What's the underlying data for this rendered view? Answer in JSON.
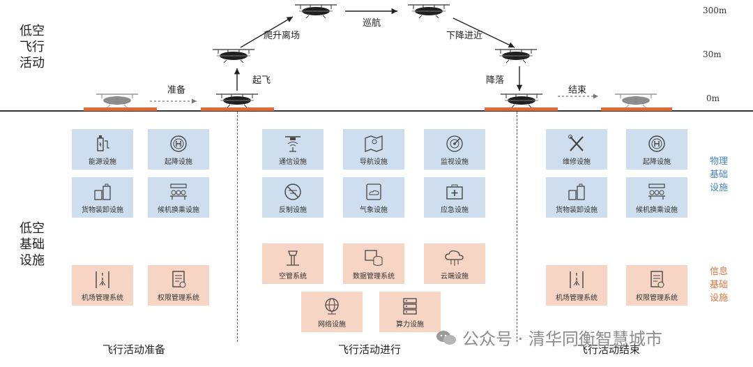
{
  "left_titles": {
    "flight": "低空\n飞行\n活动",
    "infra": "低空\n基础\n设施"
  },
  "altitudes": [
    "300m",
    "30m",
    "0m"
  ],
  "steps": {
    "prepare": "准备",
    "takeoff": "起飞",
    "climb": "爬升离场",
    "cruise": "巡航",
    "descent": "下降进近",
    "landing": "降落",
    "end": "结束"
  },
  "side_labels": {
    "physical": "物理\n基础\n设施",
    "info": "信息\n基础\n设施"
  },
  "colors": {
    "physical": "#cfdeef",
    "info": "#f6d5c5",
    "pad": "#e06b3a",
    "physical_text": "#4a84c8",
    "info_text": "#e0743e"
  },
  "prep": {
    "physical": [
      {
        "label": "能源设施",
        "icon": "charging-icon"
      },
      {
        "label": "起降设施",
        "icon": "helipad-icon"
      },
      {
        "label": "货物装卸设施",
        "icon": "luggage-icon"
      },
      {
        "label": "候机换乘设施",
        "icon": "waiting-seats-icon"
      }
    ],
    "info": [
      {
        "label": "机场管理系统",
        "icon": "runway-icon"
      },
      {
        "label": "权限管理系统",
        "icon": "document-icon"
      }
    ]
  },
  "inflight": {
    "physical": [
      {
        "label": "通信设施",
        "icon": "drone-signal-icon"
      },
      {
        "label": "导航设施",
        "icon": "map-icon"
      },
      {
        "label": "监视设施",
        "icon": "radar-icon"
      },
      {
        "label": "反制设施",
        "icon": "no-drone-icon"
      },
      {
        "label": "气象设施",
        "icon": "weather-icon"
      },
      {
        "label": "应急设施",
        "icon": "first-aid-icon"
      }
    ],
    "info": [
      {
        "label": "空管系统",
        "icon": "control-tower-icon"
      },
      {
        "label": "数据管理系统",
        "icon": "database-icon"
      },
      {
        "label": "云端设施",
        "icon": "cloud-icon"
      },
      {
        "label": "网络设施",
        "icon": "globe-icon"
      },
      {
        "label": "算力设施",
        "icon": "server-icon"
      }
    ]
  },
  "post": {
    "physical": [
      {
        "label": "维修设施",
        "icon": "tools-icon"
      },
      {
        "label": "起降设施",
        "icon": "helipad-icon"
      },
      {
        "label": "货物装卸设施",
        "icon": "luggage-icon"
      },
      {
        "label": "候机换乘设施",
        "icon": "waiting-seats-icon"
      }
    ],
    "info": [
      {
        "label": "机场管理系统",
        "icon": "runway-icon"
      },
      {
        "label": "权限管理系统",
        "icon": "document-icon"
      }
    ]
  },
  "footers": {
    "prep": "飞行活动准备",
    "inflight": "飞行活动进行",
    "post": "飞行活动结束"
  },
  "watermark": "公众号 · 清华同衡智慧城市"
}
